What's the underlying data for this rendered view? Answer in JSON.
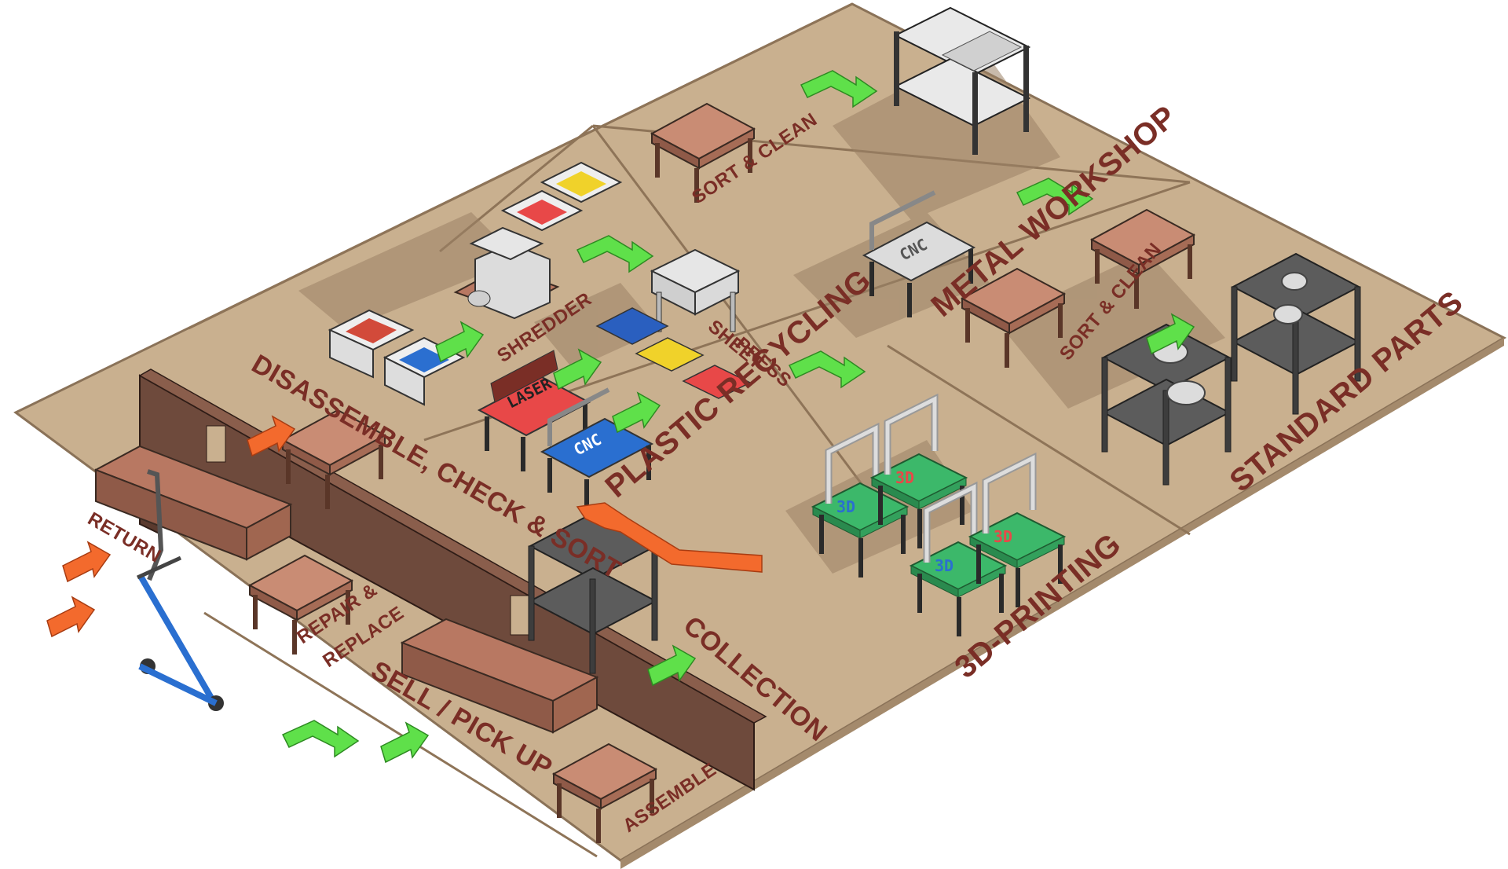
{
  "labels": {
    "return": "RETURN",
    "disassemble": "DISASSEMBLE, CHECK & SORT",
    "repair": "REPAIR &",
    "replace": "REPLACE",
    "sell": "SELL / PICK UP",
    "assemble": "ASSEMBLE",
    "collection": "COLLECTION",
    "shredder": "SHREDDER",
    "sheet": "SHEET",
    "press": "PRESS",
    "plastic_recycling": "PLASTIC RECYCLING",
    "sort_clean_1": "SORT & CLEAN",
    "metal_workshop": "METAL WORKSHOP",
    "sort_clean_2": "SORT & CLEAN",
    "standard_parts": "STANDARD PARTS",
    "printing": "3D-PRINTING",
    "laser_tag": "LASER",
    "cnc_tag_1": "CNC",
    "cnc_tag_2": "CNC",
    "print_tag_1": "3D",
    "print_tag_2": "3D",
    "print_tag_3": "3D",
    "print_tag_4": "3D"
  },
  "colors": {
    "floor": "#c9b08f",
    "wall": "#6e4a3c",
    "table": "#b87862",
    "arrow_orange": "#f36a2d",
    "arrow_green": "#5fe04a",
    "label": "#7a2e26",
    "steel": "#555555",
    "printer_base": "#3cb86a"
  }
}
